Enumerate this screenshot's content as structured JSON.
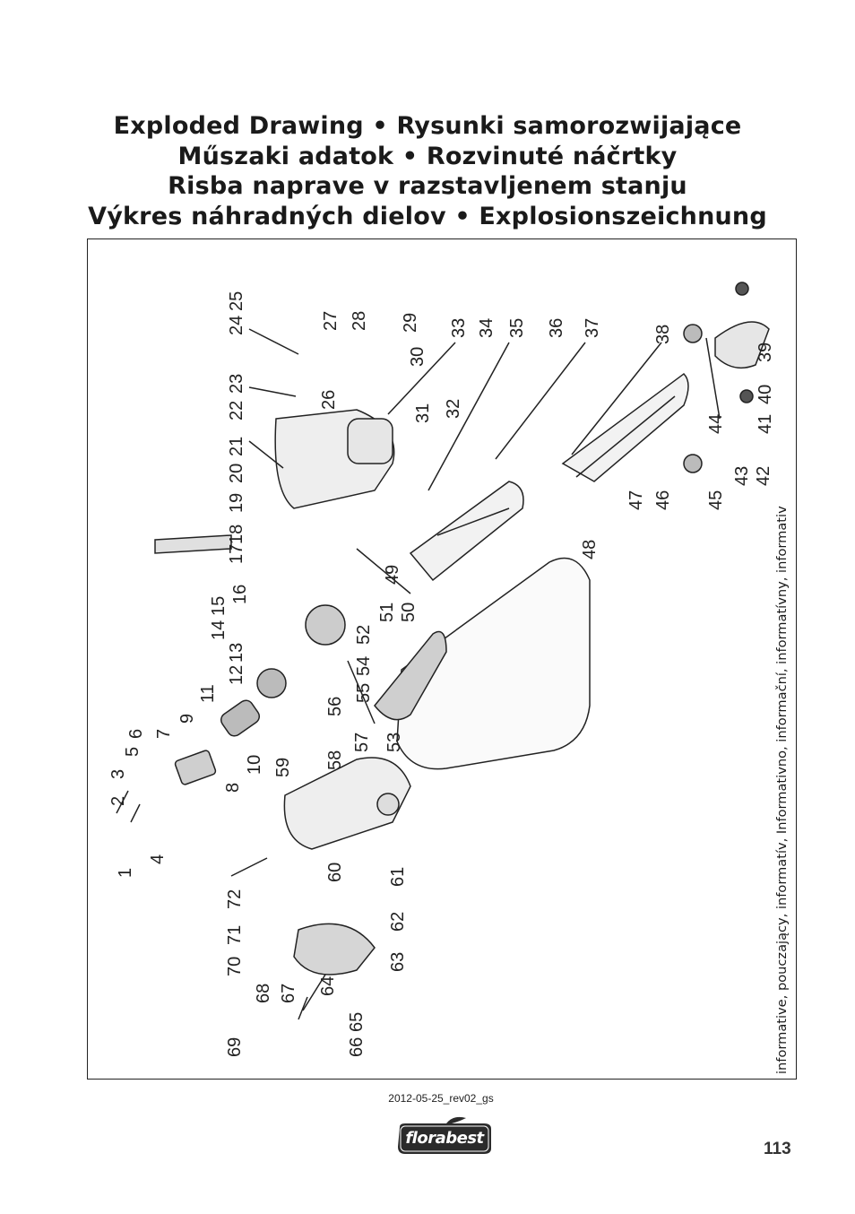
{
  "title_lines": [
    "Exploded Drawing • Rysunki samorozwijające",
    "Műszaki adatok • Rozvinuté náčrtky",
    "Risba naprave v razstavljenem stanju",
    "Výkres náhradných dielov • Explosionszeichnung"
  ],
  "side_note": "informative, pouczający, informatív, Informativno, informační, informatívny, informativ",
  "revision": "2012-05-25_rev02_gs",
  "logo_text": "florabest",
  "page_number": "113",
  "part_numbers": [
    "1",
    "2",
    "3",
    "4",
    "5",
    "6",
    "7",
    "8",
    "9",
    "10",
    "11",
    "12",
    "13",
    "14",
    "15",
    "16",
    "17",
    "18",
    "19",
    "20",
    "21",
    "22",
    "23",
    "24",
    "25",
    "26",
    "27",
    "28",
    "29",
    "30",
    "31",
    "32",
    "33",
    "34",
    "35",
    "36",
    "37",
    "38",
    "39",
    "40",
    "41",
    "42",
    "43",
    "44",
    "45",
    "46",
    "47",
    "48",
    "49",
    "50",
    "51",
    "52",
    "53",
    "54",
    "55",
    "56",
    "57",
    "58",
    "59",
    "60",
    "61",
    "62",
    "63",
    "64",
    "65",
    "66",
    "67",
    "68",
    "69",
    "70",
    "71",
    "72"
  ],
  "colors": {
    "text": "#1a1a1a",
    "logo_bg": "#2b2b2b",
    "line": "#222222"
  }
}
